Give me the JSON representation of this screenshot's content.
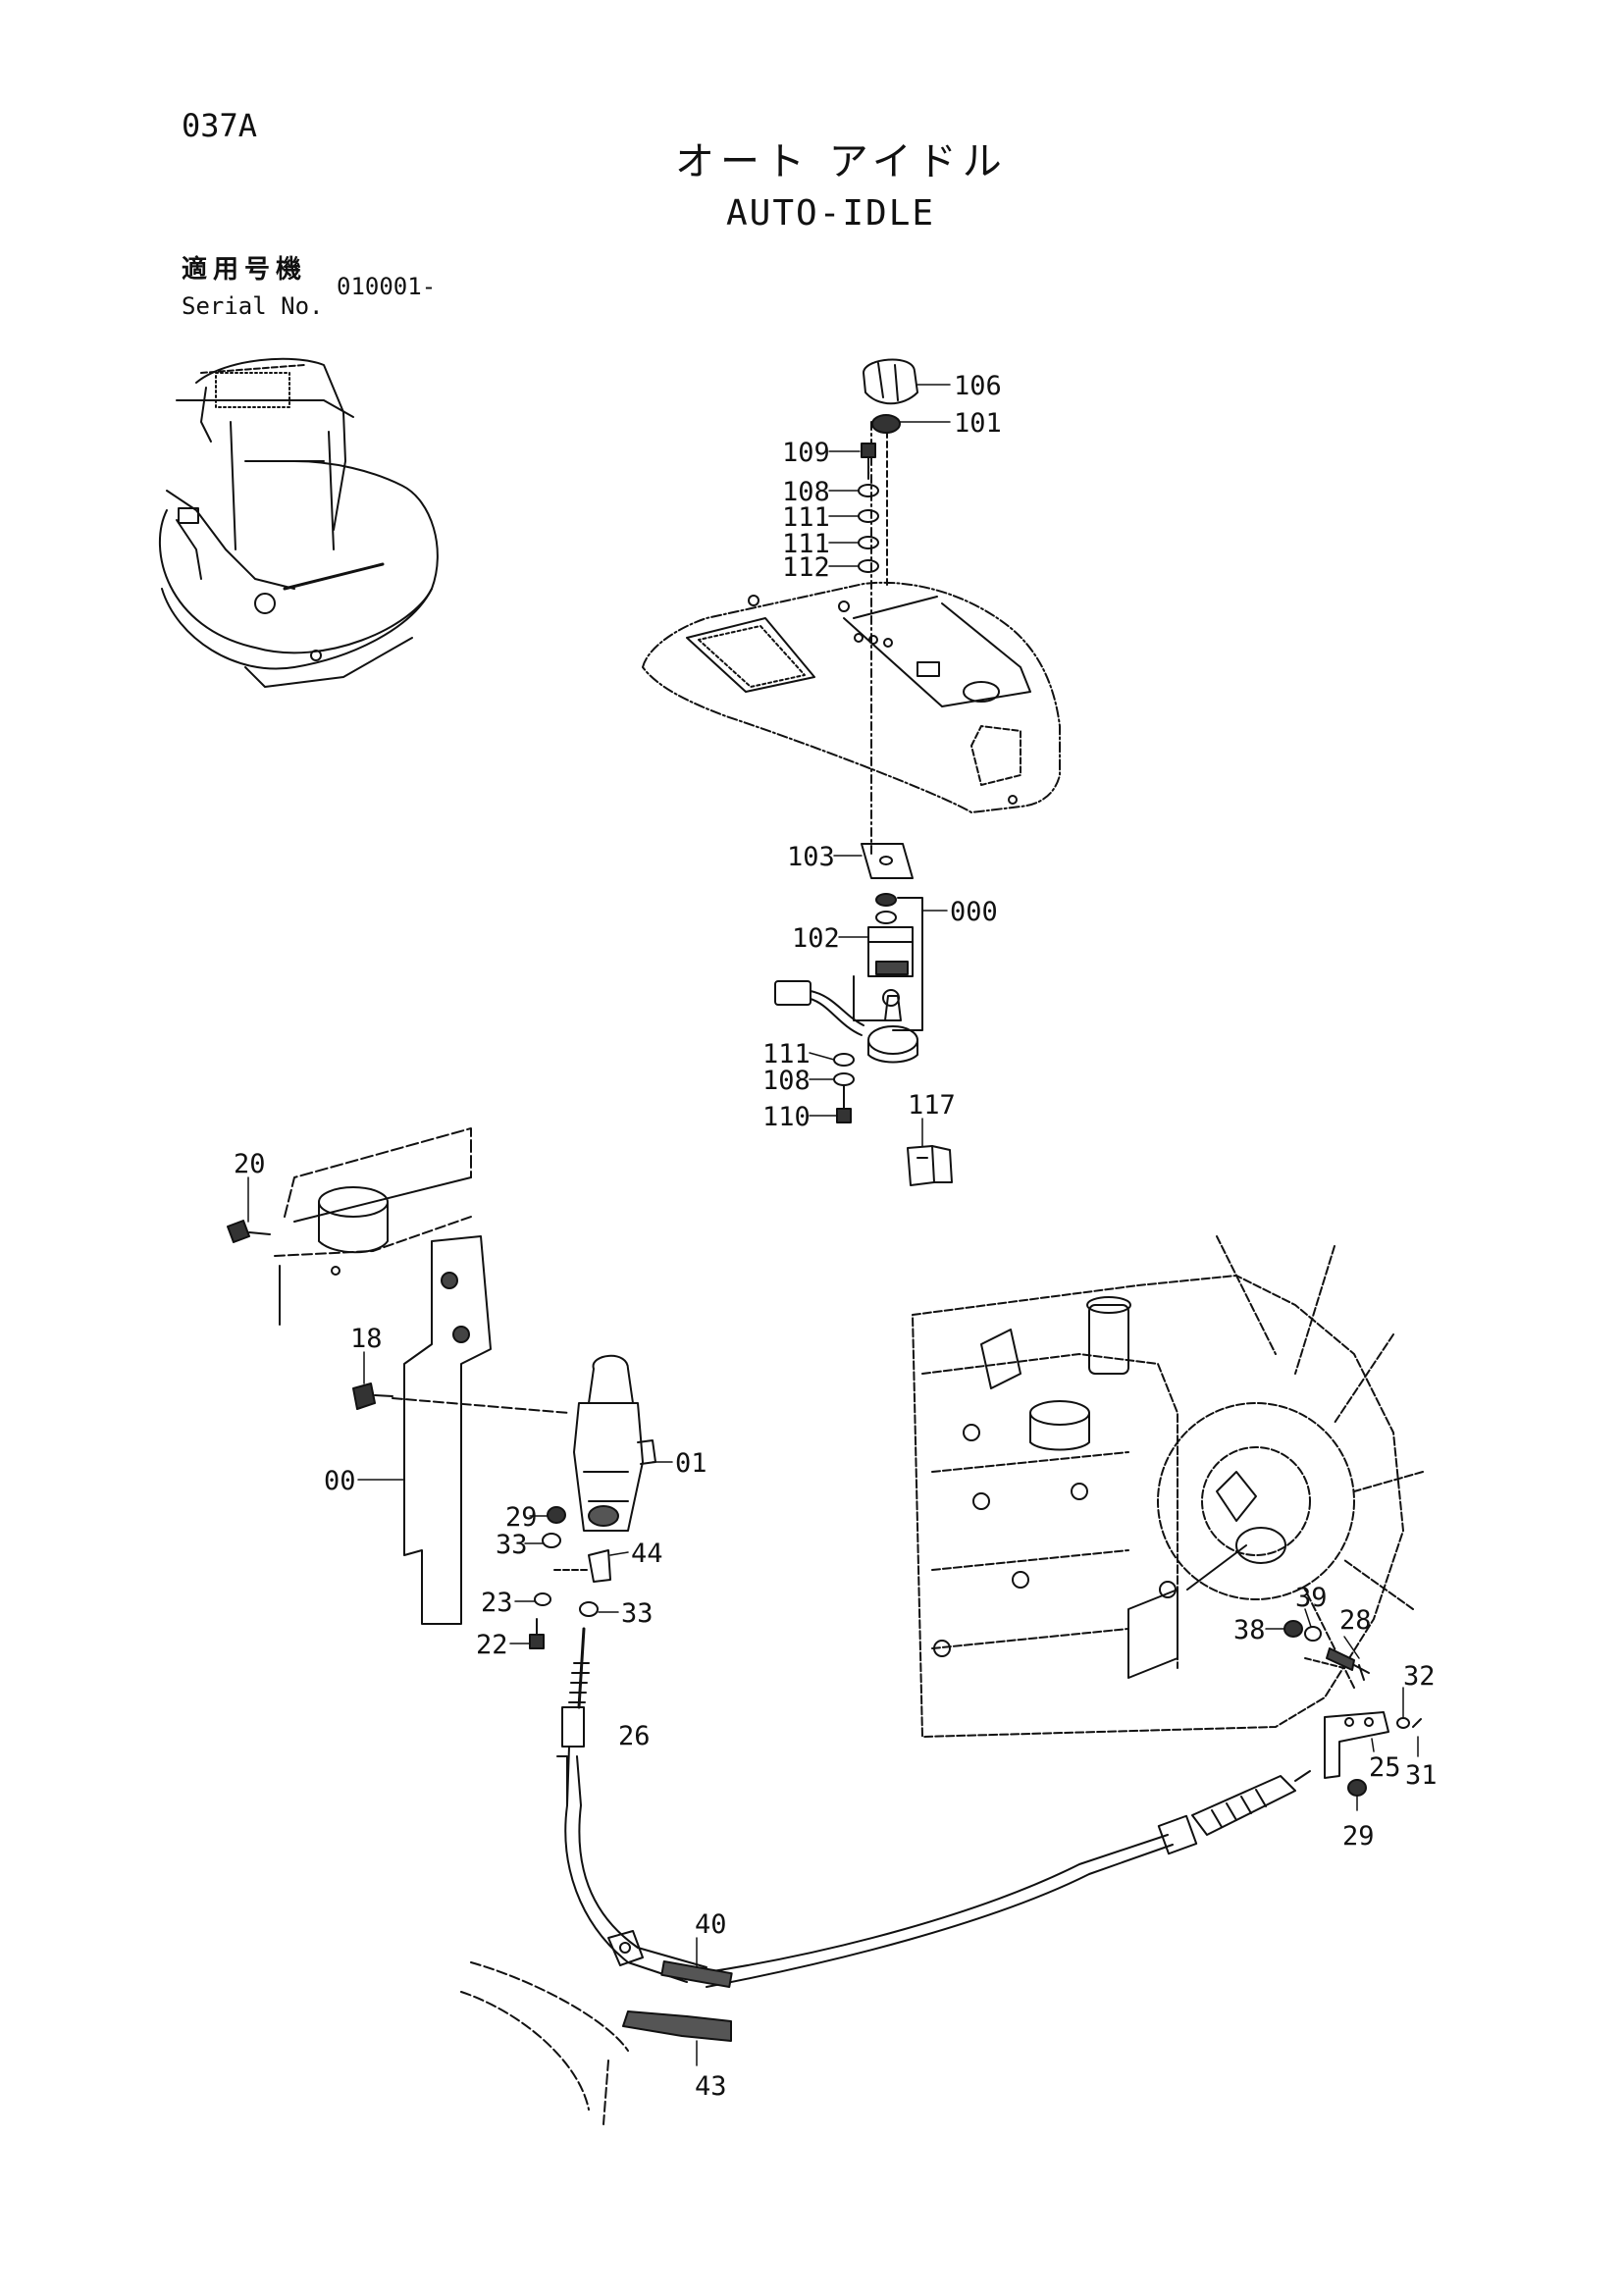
{
  "header": {
    "page_code": "037A",
    "title_jp": "オート アイドル",
    "title_en": "AUTO-IDLE",
    "serial_label_jp": "適用号機",
    "serial_label_en": "Serial No.",
    "serial_value": "010001-"
  },
  "callouts": {
    "p106": "106",
    "p101": "101",
    "p109": "109",
    "p108a": "108",
    "p111a": "111",
    "p111b": "111",
    "p112": "112",
    "p103": "103",
    "p000": "000",
    "p102": "102",
    "p111c": "111",
    "p108b": "108",
    "p110": "110",
    "p117": "117",
    "p20": "20",
    "p18": "18",
    "p00": "00",
    "p01": "01",
    "p29a": "29",
    "p33a": "33",
    "p44": "44",
    "p23": "23",
    "p33b": "33",
    "p22": "22",
    "p26": "26",
    "p40": "40",
    "p43": "43",
    "p39": "39",
    "p38": "38",
    "p28": "28",
    "p32": "32",
    "p25": "25",
    "p31": "31",
    "p29b": "29"
  }
}
